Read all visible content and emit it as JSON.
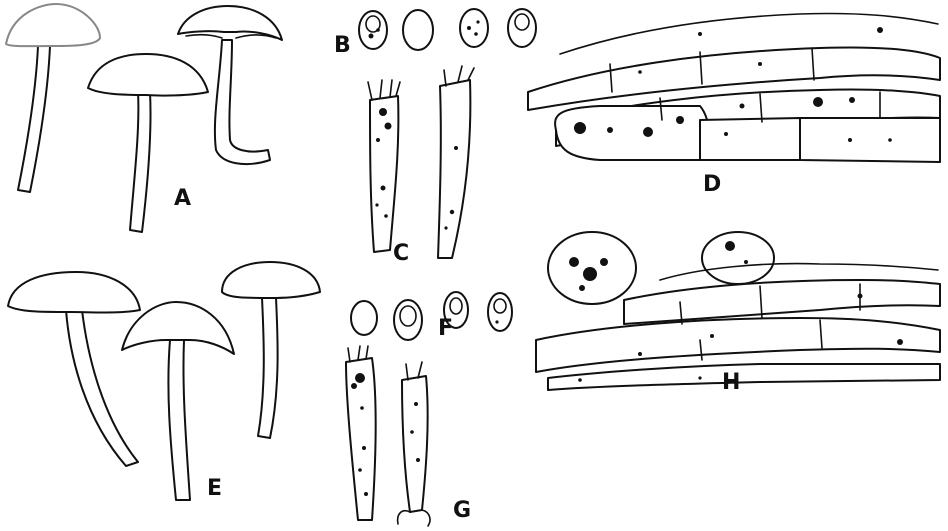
{
  "figure": {
    "labels": {
      "a": "A",
      "b": "B",
      "c": "C",
      "d": "D",
      "e": "E",
      "f": "F",
      "g": "G",
      "h": "H"
    },
    "colors": {
      "ink": "#111111",
      "paper": "#ffffff"
    }
  }
}
